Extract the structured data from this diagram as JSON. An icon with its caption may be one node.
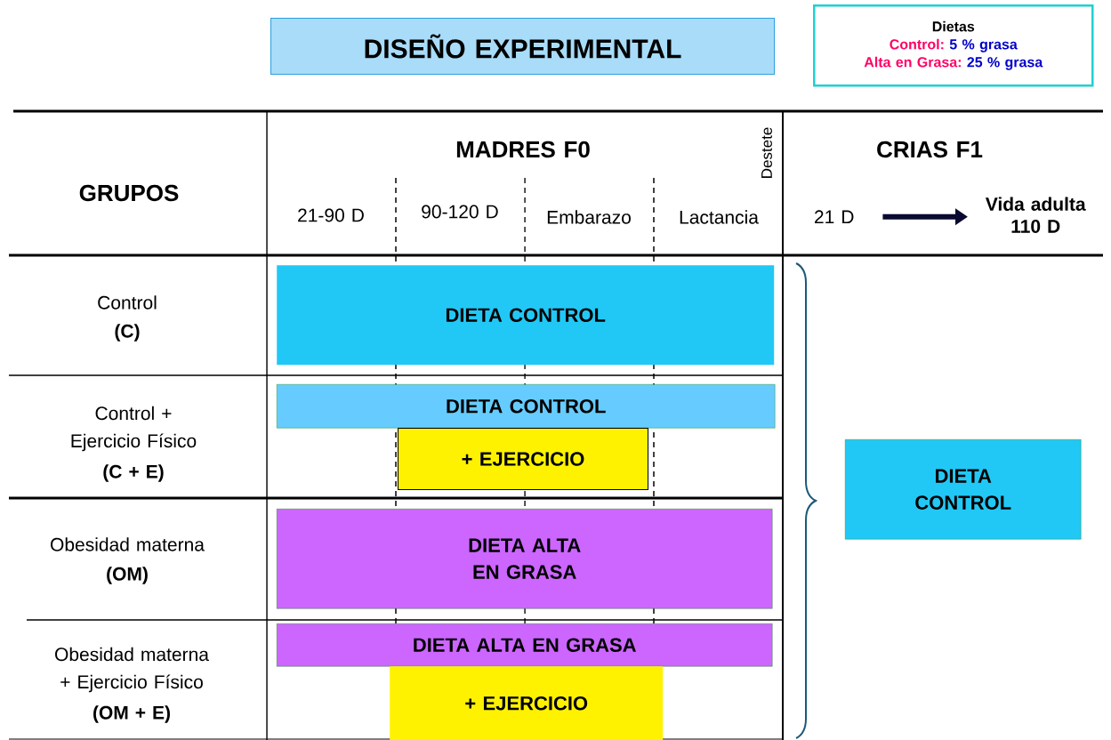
{
  "diagram": {
    "nodes": [
      {
        "text": [
          "DISEÑO EXPERIMENTAL"
        ]
      },
      {
        "text": [
          "Dietas",
          "Control:",
          "5 % grasa",
          "Alta en Grasa:",
          "25 % grasa"
        ]
      },
      {
        "text": [
          "21 D"
        ]
      },
      {
        "text": [
          "Vida adulta 110 D"
        ]
      },
      {
        "text": [
          "DIETA CONTROL"
        ]
      },
      {
        "text": [
          "DIETA CONTROL"
        ]
      },
      {
        "text": [
          "+ EJERCICIO"
        ]
      },
      {
        "text": [
          "DIETA ALTA EN GRASA"
        ]
      },
      {
        "text": [
          "DIETA ALTA EN GRASA"
        ]
      },
      {
        "text": [
          "+ EJERCICIO"
        ]
      },
      {
        "text": [
          "DIETA CONTROL"
        ]
      }
    ],
    "edges": [
      {
        "from": 2,
        "to": 3,
        "arrow": "to"
      }
    ],
    "labels": [
      "GRUPOS",
      "MADRES F0",
      "Destete",
      "CRIAS F1",
      "21-90 D",
      "90-120 D",
      "Embarazo",
      "Lactancia",
      "Control",
      "(C)",
      "Control + Ejercicio Físico",
      "(C + E)",
      "Obesidad materna",
      "(OM)",
      "Obesidad materna + Ejercicio Físico",
      "(OM + E)"
    ]
  }
}
